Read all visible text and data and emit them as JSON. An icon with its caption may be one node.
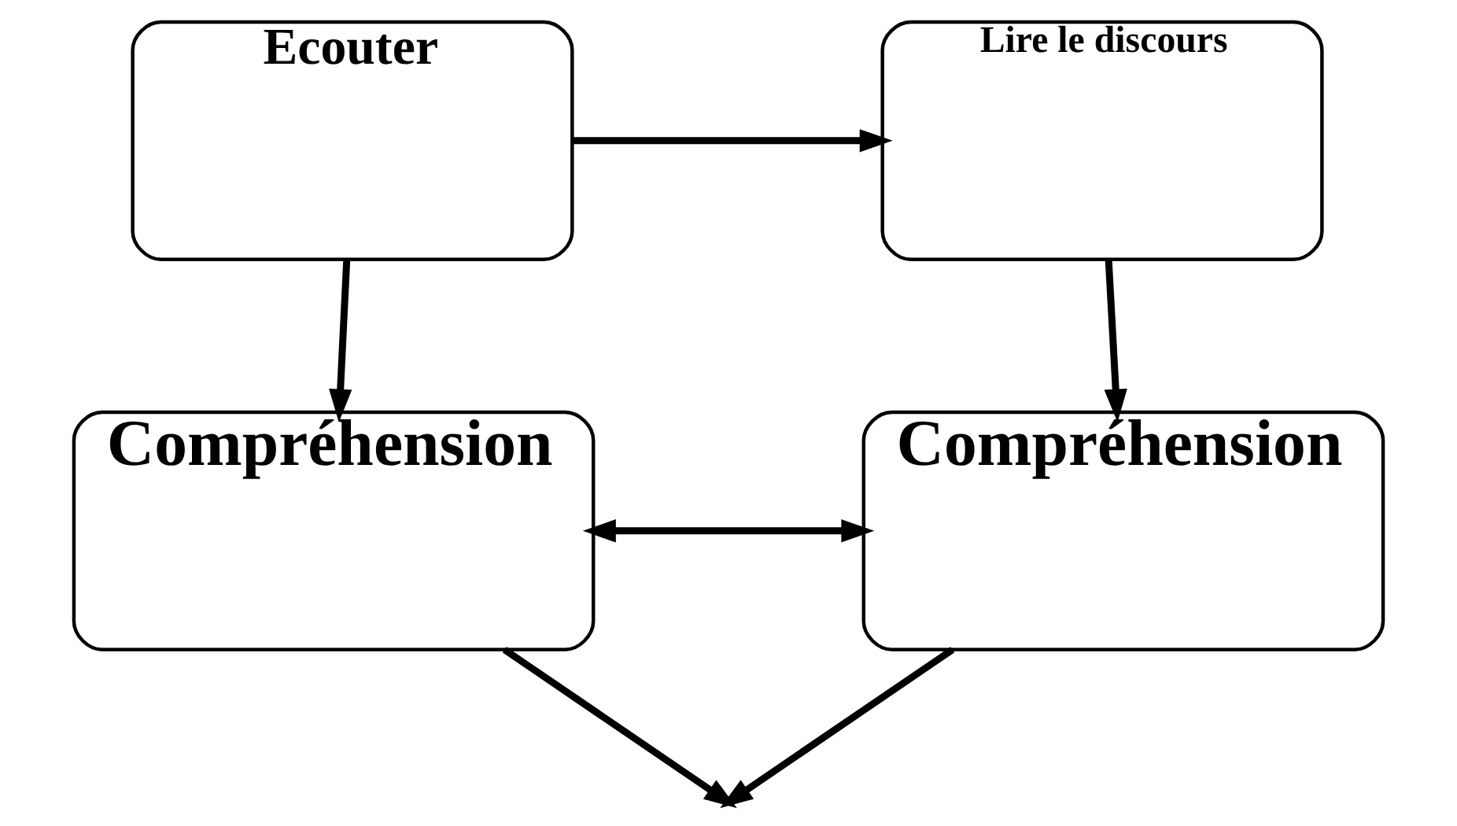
{
  "diagram": {
    "nodes": [
      {
        "text": [
          "Ecouter"
        ]
      },
      {
        "text": [
          "Lire le discours"
        ]
      },
      {
        "text": [
          "Compréhension"
        ]
      },
      {
        "text": [
          "Compréhension"
        ]
      }
    ],
    "edges": [
      {
        "from": 0,
        "to": 1,
        "arrow": "to"
      },
      {
        "from": 0,
        "to": 2,
        "arrow": "to"
      },
      {
        "from": 1,
        "to": 3,
        "arrow": "to"
      },
      {
        "from": 2,
        "to": 3,
        "arrow": "both"
      },
      {
        "from": 2,
        "to": null,
        "arrow": "to"
      },
      {
        "from": 3,
        "to": null,
        "arrow": "to"
      }
    ]
  }
}
